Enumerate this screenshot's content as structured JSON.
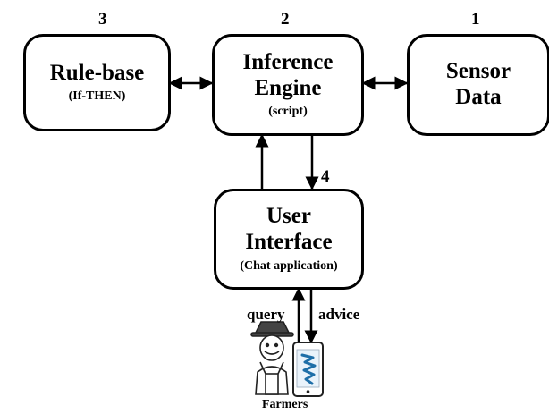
{
  "nodes": {
    "rule_base": {
      "number": "3",
      "title": "Rule-base",
      "subtitle": "(If-THEN)"
    },
    "inference_engine": {
      "number": "2",
      "title_line1": "Inference",
      "title_line2": "Engine",
      "subtitle": "(script)"
    },
    "sensor_data": {
      "number": "1",
      "title_line1": "Sensor",
      "title_line2": "Data"
    },
    "user_interface": {
      "title_line1": "User",
      "title_line2": "Interface",
      "subtitle": "(Chat application)"
    }
  },
  "edges": {
    "engine_to_ui_number": "4",
    "query_label": "query",
    "advice_label": "advice"
  },
  "farmers": {
    "label": "Farmers",
    "icon": "farmer-icon",
    "phone_icon": "smartphone-icon"
  }
}
